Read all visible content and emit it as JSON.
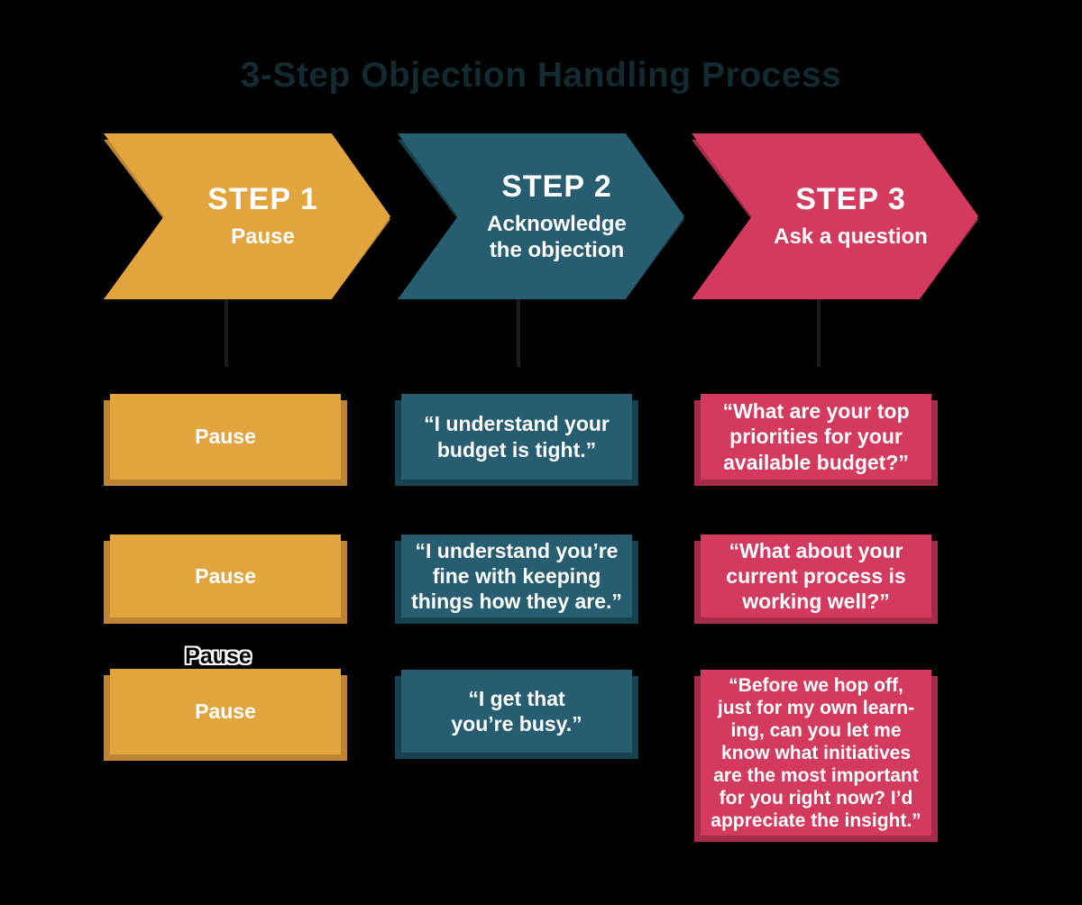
{
  "title": "3-Step Objection Handling Process",
  "colors": {
    "bg": "#000000",
    "title-text": "#132b30",
    "body-text": "#ffffff",
    "connector": "#1c1c1c",
    "step1": "#e2a43c",
    "step1-shade": "#bc8433",
    "step2": "#265d70",
    "step2-shade": "#17414f",
    "step3": "#d43a5e",
    "step3-shade": "#a52c49"
  },
  "steps": [
    {
      "label": "STEP 1",
      "sublabel": "Pause"
    },
    {
      "label": "STEP 2",
      "sublabel": "Acknowledge\nthe objection"
    },
    {
      "label": "STEP 3",
      "sublabel": "Ask a question"
    }
  ],
  "ghost_label": "Pause",
  "columns": [
    {
      "name": "step1-examples",
      "items": [
        "Pause",
        "Pause",
        "Pause"
      ]
    },
    {
      "name": "step2-examples",
      "items": [
        "“I understand your\nbudget is tight.”",
        "“I understand you’re\nfine with keeping\nthings how they are.”",
        "“I get that\nyou’re busy.”"
      ]
    },
    {
      "name": "step3-examples",
      "items": [
        "“What are your top\npriorities for your\navailable budget?”",
        "“What about your\ncurrent process is\nworking well?”",
        "“Before we hop off,\njust for my own learn-\ning, can you let me\nknow what initiatives\nare the most important\nfor you right now? I’d\nappreciate the insight.”"
      ]
    }
  ]
}
